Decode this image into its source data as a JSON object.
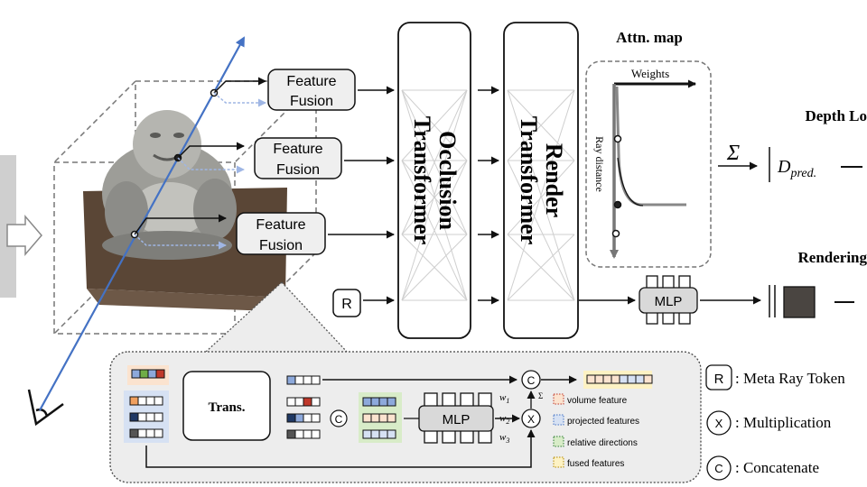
{
  "fusion": {
    "l1": "Feature",
    "l2": "Fusion"
  },
  "occlusion": {
    "l1": "Occlusion",
    "l2": "Transformer"
  },
  "render": {
    "l1": "Render",
    "l2": "Transformer"
  },
  "attn": {
    "title": "Attn. map",
    "weights": "Weights",
    "ray_distance": "Ray distance"
  },
  "depth": {
    "title": "Depth Lo",
    "sigma": "Σ",
    "d_pred": "D",
    "d_sub": "pred."
  },
  "rendering": {
    "title": "Rendering"
  },
  "mlp": "MLP",
  "meta_token": "R",
  "detail": {
    "trans": "Trans.",
    "concat": "C",
    "mult": "X",
    "mlp": "MLP",
    "w1": "w",
    "w1s": "1",
    "w2": "w",
    "w2s": "2",
    "w3": "w",
    "w3s": "3",
    "sigma": "Σ",
    "legend": [
      "volume feature",
      "projected features",
      "relative directions",
      "fused features"
    ]
  },
  "legend": [
    {
      "symbol": "R",
      "text": ": Meta Ray Token"
    },
    {
      "symbol": "X",
      "text": ": Multiplication"
    },
    {
      "symbol": "C",
      "text": ": Concatenate"
    }
  ],
  "colors": {
    "ray": "#4472c4",
    "ray_dotted": "#9fb6e4",
    "box_fill": "#efefef",
    "panel_fill": "#efefef",
    "orange": "#f0a060",
    "blue": "#8da9db",
    "green": "#70ad47",
    "dark_blue": "#1f3864",
    "red": "#c0392b",
    "statue": "#a9a9a4",
    "base": "#5a4636",
    "output_square": "#4a4541"
  }
}
